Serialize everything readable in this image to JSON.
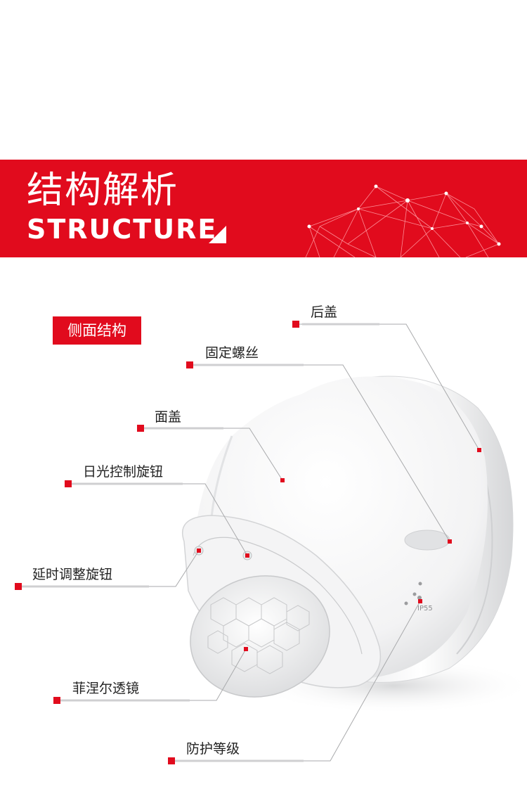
{
  "banner": {
    "title_cn": "结构解析",
    "title_en": "STRUCTURE"
  },
  "section": {
    "tag": "侧面结构"
  },
  "callouts": {
    "rear_cover": "后盖",
    "fixing_screw": "固定螺丝",
    "front_cover": "面盖",
    "daylight_knob": "日光控制旋钮",
    "delay_knob": "延时调整旋钮",
    "fresnel_lens": "菲涅尔透镜",
    "protection_rating": "防护等级"
  },
  "product": {
    "ip_marking": "IP55"
  },
  "colors": {
    "accent": "#e10b1d",
    "text": "#222222",
    "background": "#ffffff"
  }
}
